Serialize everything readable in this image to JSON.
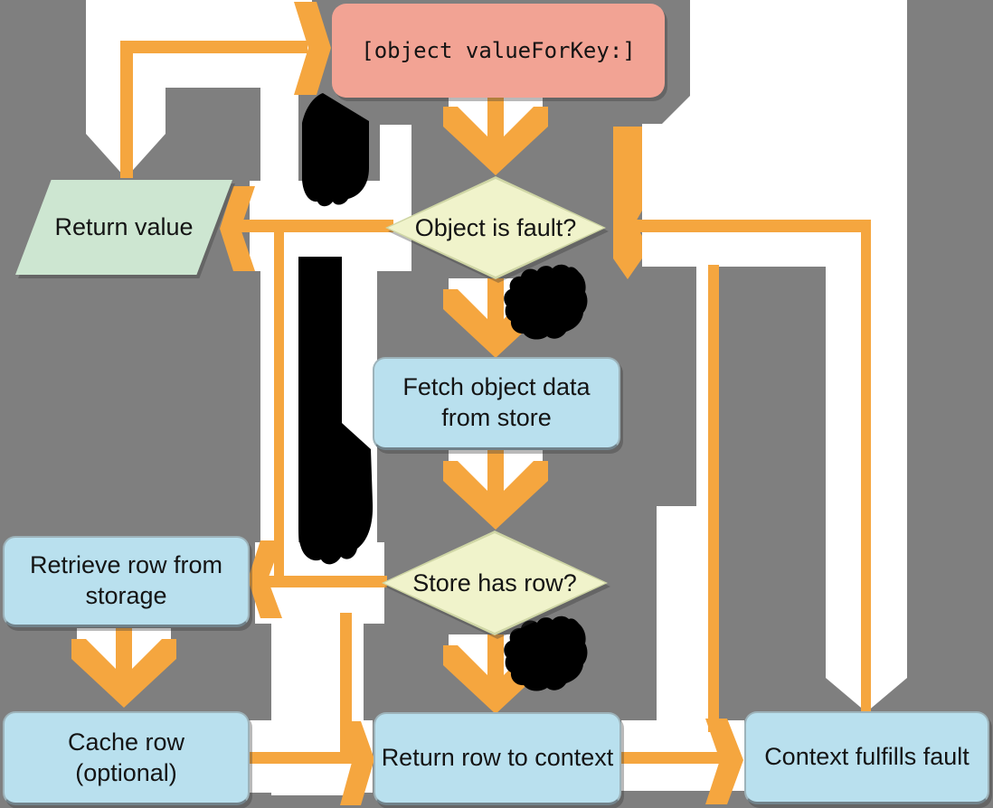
{
  "colors": {
    "background": "#7f7f7f",
    "channel_white": "#ffffff",
    "arrow_orange": "#f5a63f",
    "terminal_fill": "#f2a394",
    "process_fill": "#b9e0ee",
    "decision_fill": "#f0f3cb",
    "data_fill": "#cde6d1",
    "ink_blob": "#000000"
  },
  "nodes": {
    "value_for_key": {
      "label": "[object valueForKey:]",
      "type": "terminal"
    },
    "return_value": {
      "label": "Return value",
      "type": "data-output"
    },
    "object_is_fault": {
      "label": "Object is fault?",
      "type": "decision"
    },
    "fetch_object_data": {
      "label": "Fetch object data\nfrom store",
      "type": "process"
    },
    "store_has_row": {
      "label": "Store has row?",
      "type": "decision"
    },
    "retrieve_row": {
      "label": "Retrieve row from\nstorage",
      "type": "process"
    },
    "cache_row": {
      "label": "Cache row\n(optional)",
      "type": "process"
    },
    "return_row": {
      "label": "Return row to context",
      "type": "process"
    },
    "context_fulfills": {
      "label": "Context fulfills fault",
      "type": "process"
    }
  },
  "decorations": {
    "ink_blobs": [
      "top-left",
      "left-column",
      "below-object-is-fault",
      "below-store-has-row"
    ]
  }
}
